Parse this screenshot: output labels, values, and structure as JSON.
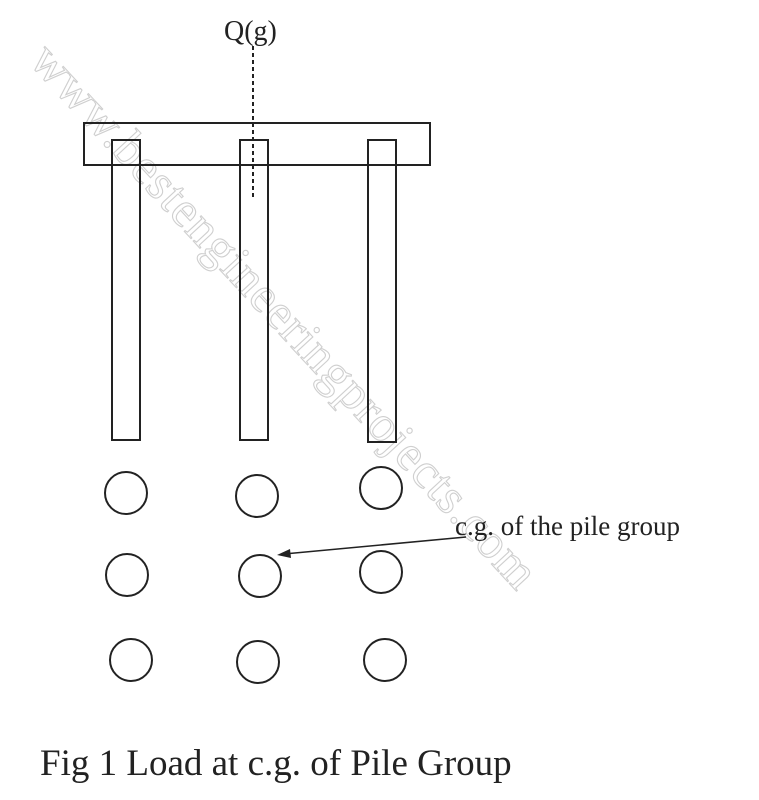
{
  "load_label": "Q(g)",
  "annotation": "c.g. of the pile group",
  "caption": "Fig 1 Load at c.g. of Pile Group",
  "watermark": "www.bestengineeringprojects.com",
  "colors": {
    "ink": "#222222",
    "watermark": "#d4d4d4"
  }
}
